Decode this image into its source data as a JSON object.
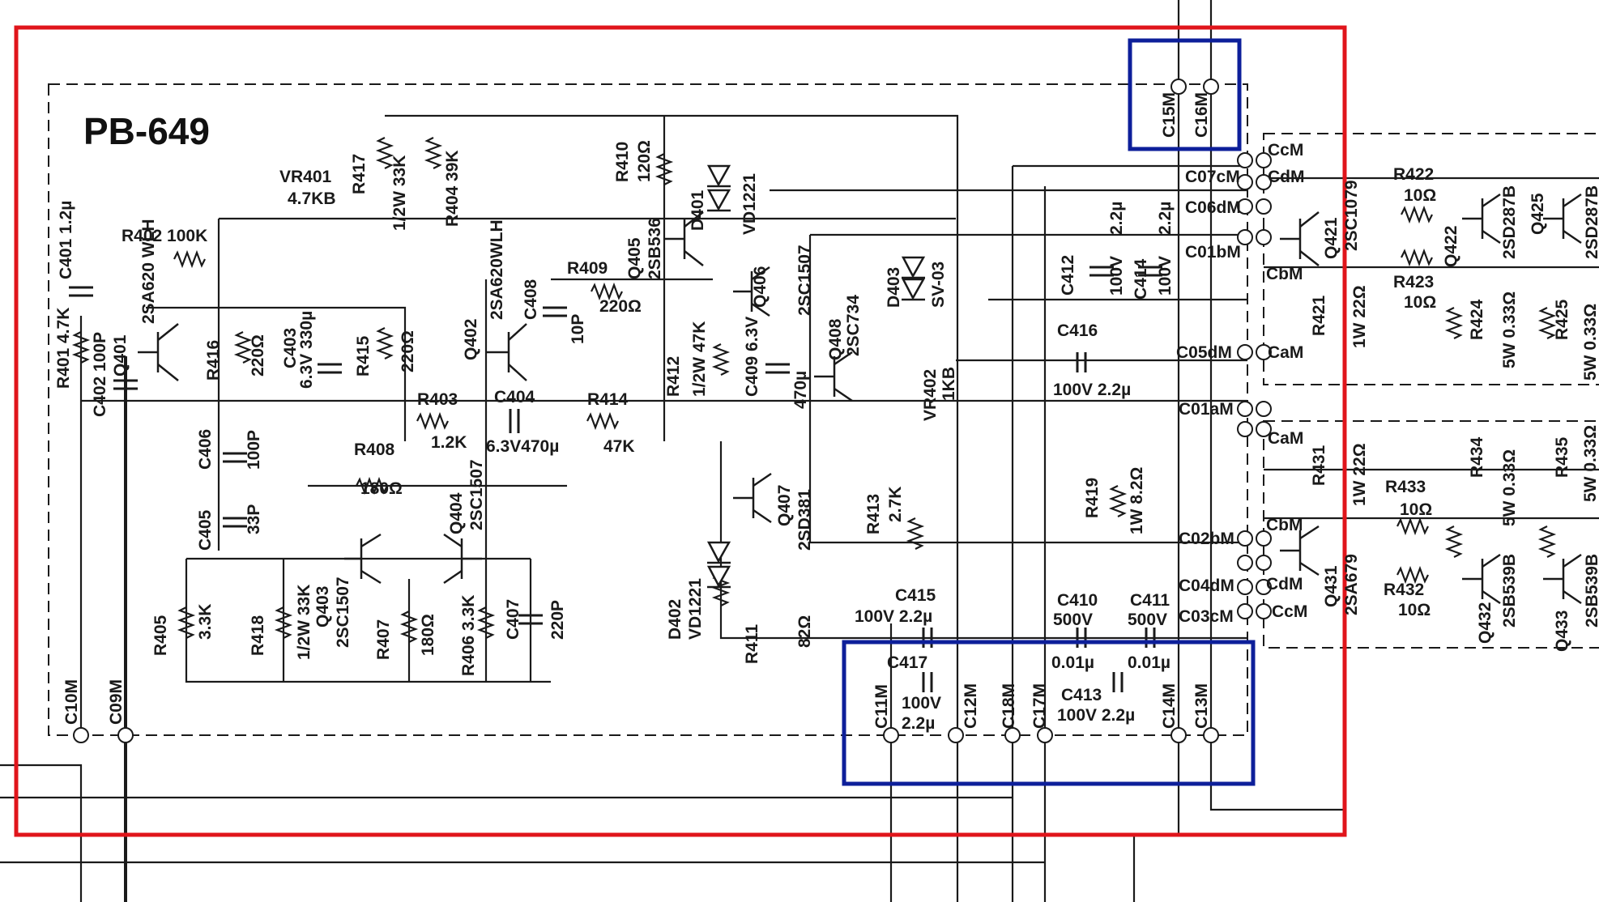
{
  "board": {
    "title": "PB-649"
  },
  "colors": {
    "highlight_red": "#e0151b",
    "highlight_blue": "#0d1f9a",
    "ink": "#1a1a1a"
  },
  "labels": {
    "c401": "C401 1.2µ",
    "r402": "R402 100K",
    "vr401": "VR401",
    "vr401_val": "4.7KB",
    "r417": "R417",
    "r417_val": "1/2W 33K",
    "r404": "R404 39K",
    "r401": "R401 4.7K",
    "c402": "C402 100P",
    "q401": "Q401",
    "q401_type": "2SA620 WLH",
    "r416": "R416",
    "r416_val": "220Ω",
    "c403": "C403",
    "c403_val": "6.3V 330µ",
    "r415": "R415",
    "r415_val": "220Ω",
    "q402": "Q402",
    "q402_type": "2SA620WLH",
    "c408": "C408",
    "c408_val": "10P",
    "r403": "R403",
    "r403_val": "1.2K",
    "c404": "C404",
    "c404_val": "6.3V470µ",
    "r414": "R414",
    "r414_val": "47K",
    "c406": "C406",
    "c406_val": "100P",
    "r408": "R408",
    "r408_val": "180Ω",
    "q404": "Q404",
    "q404_type": "2SC1507",
    "c405": "C405",
    "c405_val": "33P",
    "q403": "Q403",
    "q403_type": "2SC1507",
    "r405": "R405",
    "r405_val": "3.3K",
    "r418": "R418",
    "r418_val": "1/2W 33K",
    "r407": "R407",
    "r407_val": "180Ω",
    "r406": "R406 3.3K",
    "c407": "C407",
    "c407_val": "220P",
    "r410": "R410",
    "r410_val": "120Ω",
    "q405": "Q405",
    "q405_type": "2SB536",
    "r409": "R409",
    "r409_val": "220Ω",
    "d401": "D401",
    "d401_type": "VD1221",
    "r412": "R412",
    "r412_val": "1/2W 47K",
    "c409": "C409 6.3V",
    "c409_val": "470µ",
    "q406": "Q406",
    "q406_type": "2SC1507",
    "q408": "Q408",
    "q408_type": "2SC734",
    "d403": "D403",
    "d403_type": "SV-03",
    "vr402": "VR402",
    "vr402_val": "1KB",
    "r413": "R413",
    "r413_val": "2.7K",
    "q407": "Q407",
    "q407_type": "2SD381",
    "d402": "D402",
    "d402_type": "VD1221",
    "r411": "R411",
    "r411_val": "82Ω",
    "c412": "C412",
    "c412_val1": "2.2µ",
    "c412_val2": "100V",
    "c414": "C414",
    "c414_val1": "2.2µ",
    "c414_val2": "100V",
    "c416": "C416",
    "c416_val": "100V 2.2µ",
    "r419": "R419",
    "r419_val": "1W 8.2Ω",
    "c415": "C415",
    "c415_val": "100V 2.2µ",
    "c410": "C410",
    "c410_val1": "500V",
    "c410_val2": "0.01µ",
    "c411": "C411",
    "c411_val1": "500V",
    "c411_val2": "0.01µ",
    "c417": "C417",
    "c417_val1": "100V",
    "c417_val2": "2.2µ",
    "c413": "C413",
    "c413_val": "100V 2.2µ",
    "r422": "R422",
    "r422_val": "10Ω",
    "r423": "R423",
    "r423_val": "10Ω",
    "r421": "R421",
    "r421_val": "1W 22Ω",
    "r424": "R424",
    "r424_val": "5W 0.33Ω",
    "r425": "R425",
    "r425_val": "5W 0.33Ω",
    "q421": "Q421",
    "q421_type": "2SC1079",
    "q422": "Q422",
    "q422_type": "2SD287B",
    "q425": "Q425",
    "q425_type": "2SD287B",
    "r431": "R431",
    "r431_val": "1W 22Ω",
    "r433": "R433",
    "r433_val": "10Ω",
    "r432": "R432",
    "r432_val": "10Ω",
    "r434": "R434",
    "r434_val": "5W 0.33Ω",
    "r435": "R435",
    "r435_val": "5W 0.33Ω",
    "q431": "Q431",
    "q431_type": "2SA679",
    "q432": "Q432",
    "q432_type": "2SB539B",
    "q433": "Q433",
    "q433_type": "2SB539B"
  },
  "terminals": {
    "c15m": "C15M",
    "c16m": "C16M",
    "c07m": "C07cM",
    "c06m": "C06dM",
    "c01m_top": "C01bM",
    "c05m": "C05dM",
    "c01am": "C01aM",
    "c02m": "C02bM",
    "c04m": "C04dM",
    "c03m": "C03cM",
    "ccm_top": "CcM",
    "cdm_top": "CdM",
    "cbm_top": "CbM",
    "cam": "CaM",
    "cam2": "CaM",
    "cbm2": "CbM",
    "cdm2": "CdM",
    "ccm2": "CcM",
    "c10m": "C10M",
    "c09m": "C09M",
    "c11m": "C11M",
    "c12m": "C12M",
    "c18m": "C18M",
    "c17m": "C17M",
    "c14m": "C14M",
    "c13m": "C13M"
  }
}
